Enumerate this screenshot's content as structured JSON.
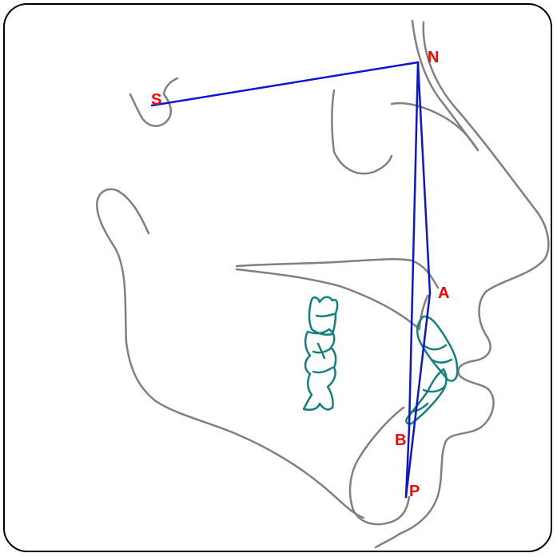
{
  "landmarks": {
    "S": "S",
    "N": "N",
    "A": "A",
    "B": "B",
    "P": "P"
  },
  "colors": {
    "outline": "#808080",
    "teeth": "#138080",
    "lines": "#0d14d6",
    "labels": "#ff0000",
    "frame": "#000000"
  }
}
